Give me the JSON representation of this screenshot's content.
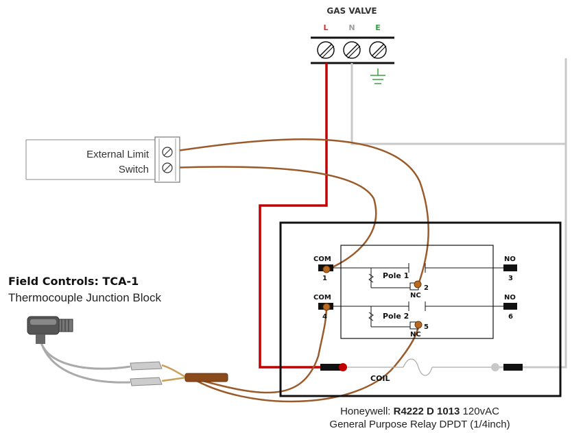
{
  "gas_valve": {
    "title": "GAS VALVE",
    "terminals": [
      {
        "label": "L",
        "color": "#d32f2f"
      },
      {
        "label": "N",
        "color": "#9e9e9e"
      },
      {
        "label": "E",
        "color": "#2e9e3e"
      }
    ]
  },
  "limit_switch": {
    "line1": "External Limit",
    "line2": "Switch"
  },
  "field_controls": {
    "title": "Field Controls: TCA-1",
    "subtitle": "Thermocouple Junction Block"
  },
  "relay": {
    "com1_label": "COM",
    "com1_num": "1",
    "com4_label": "COM",
    "com4_num": "4",
    "no3_label": "NO",
    "no3_num": "3",
    "no6_label": "NO",
    "no6_num": "6",
    "pole1_label": "Pole 1",
    "pole2_label": "Pole 2",
    "nc2_label": "NC",
    "nc2_num": "2",
    "nc5_label": "NC",
    "nc5_num": "5",
    "coil_label": "COIL",
    "caption_brand": "Honeywell: ",
    "caption_model": "R4222 D 1013",
    "caption_voltage": " 120vAC",
    "caption_line2": "General Purpose Relay DPDT (1/4inch)"
  },
  "colors": {
    "hot_wire": "#c00000",
    "neutral_wire": "#c8c8c8",
    "thermo_wire": "#9a5a2a",
    "ground": "#3aa040",
    "frame": "#111111"
  }
}
